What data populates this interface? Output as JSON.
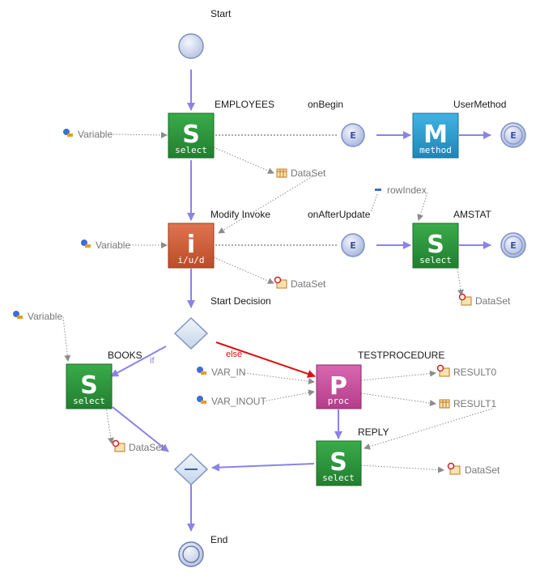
{
  "labels": {
    "start": "Start",
    "employees": "EMPLOYEES",
    "on_begin": "onBegin",
    "user_method": "UserMethod",
    "modify_invoke": "Modify Invoke",
    "on_after_update": "onAfterUpdate",
    "amstat": "AMSTAT",
    "start_decision": "Start Decision",
    "books": "BOOKS",
    "testprocedure": "TESTPROCEDURE",
    "reply": "REPLY",
    "end": "End",
    "if": "if",
    "else": "else"
  },
  "vars": {
    "variable": "Variable",
    "row_index": "rowIndex",
    "dataset": "DataSet",
    "var_in": "VAR_IN",
    "var_inout": "VAR_INOUT",
    "result0": "RESULT0",
    "result1": "RESULT1"
  },
  "nodes": {
    "select_tag": "select",
    "method_tag": "method",
    "iud_tag": "i/u/d",
    "proc_tag": "proc",
    "s_glyph": "S",
    "m_glyph": "M",
    "i_glyph": "i",
    "p_glyph": "P",
    "e_glyph": "E"
  },
  "colors": {
    "select_green": "#2e9a3e",
    "method_blue": "#2a9fd0",
    "iud_orange": "#d2603a",
    "proc_pink": "#c94f9e",
    "flow": "#8a83e6",
    "else_flow": "#e01010"
  }
}
